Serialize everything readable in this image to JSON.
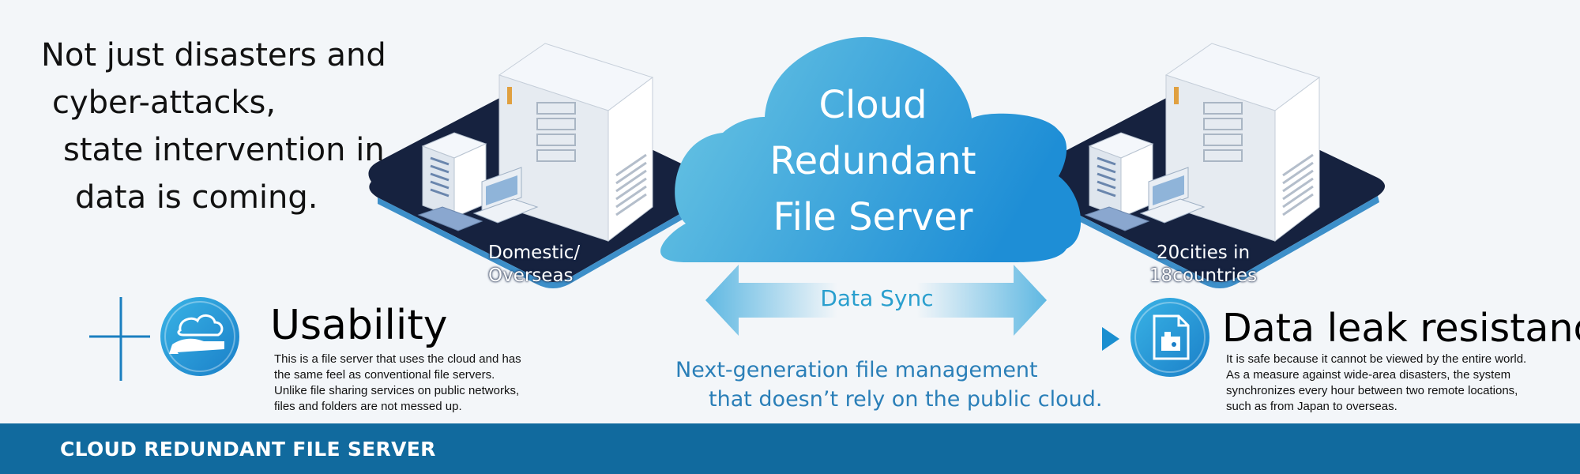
{
  "headline": {
    "lines": [
      "Not just disasters and",
      "cyber-attacks,",
      "state intervention in",
      "data is coming."
    ]
  },
  "cloud": {
    "lines": [
      "Cloud",
      "Redundant",
      "File Server"
    ],
    "color": "#29a3d8"
  },
  "servers": {
    "left_label": [
      "Domestic/",
      "Overseas"
    ],
    "right_label": [
      "20cities in",
      "18countries"
    ]
  },
  "sync": {
    "label": "Data Sync"
  },
  "tagline": {
    "lines": [
      "Next-generation file management",
      "that doesn’t rely on the public cloud."
    ]
  },
  "features": {
    "usability": {
      "title": "Usability",
      "desc": [
        "This is a file server that uses the cloud and has",
        "the same feel as conventional file servers.",
        "Unlike file sharing services on public networks,",
        "files and folders are not messed up."
      ],
      "icon": "cloud-hand-icon"
    },
    "leak": {
      "title": "Data leak resistance",
      "desc": [
        "It is safe because it cannot be viewed by the entire world.",
        "As a measure against wide-area disasters, the system",
        "synchronizes every hour between two remote locations,",
        "such as from Japan to overseas."
      ],
      "icon": "document-icon"
    }
  },
  "footer": {
    "title": "CLOUD REDUNDANT FILE SERVER",
    "color": "#116a9e"
  },
  "colors": {
    "accent": "#1a8fd0",
    "dark_base": "#16223f"
  }
}
